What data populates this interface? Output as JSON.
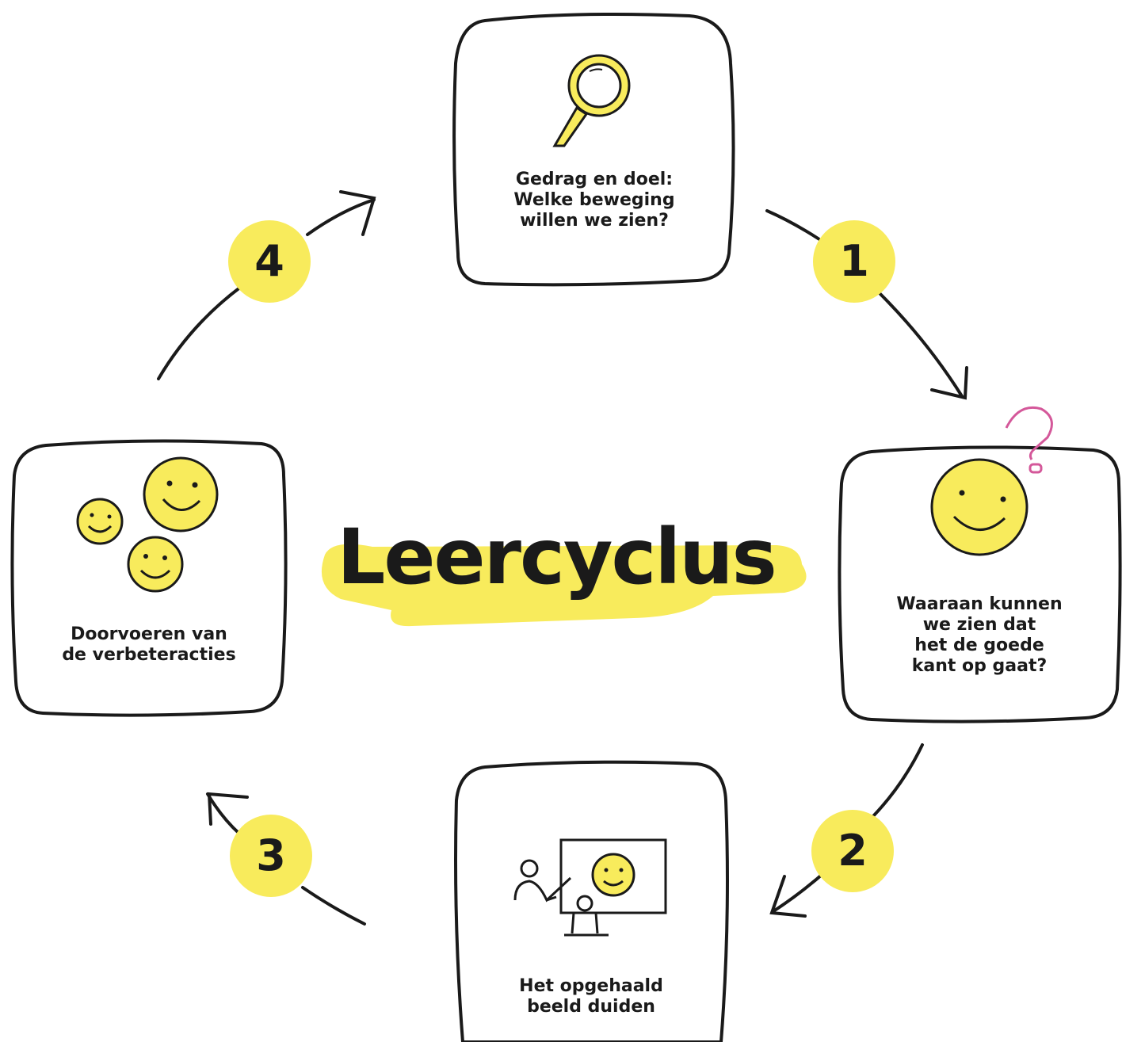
{
  "title": "Leercyclus",
  "colors": {
    "accent": "#f8eb5c",
    "ink": "#1a1a1a",
    "question": "#d4589a"
  },
  "steps": [
    {
      "number": "1",
      "text": "Gedrag en doel:\nWelke beweging\nwillen we zien?",
      "icon": "magnifier-icon"
    },
    {
      "number": "2",
      "text": "Waaraan kunnen\nwe zien dat\nhet de goede\nkant op gaat?",
      "icon": "smiley-question-icon"
    },
    {
      "number": "3",
      "text": "Het opgehaald\nbeeld duiden",
      "icon": "presentation-icon"
    },
    {
      "number": "4",
      "text": "Doorvoeren van\nde verbeteracties",
      "icon": "group-smileys-icon"
    }
  ],
  "arrows": [
    {
      "from": "box-top",
      "to": "box-right"
    },
    {
      "from": "box-right",
      "to": "box-bottom"
    },
    {
      "from": "box-bottom",
      "to": "box-left"
    },
    {
      "from": "box-left",
      "to": "box-top"
    }
  ]
}
